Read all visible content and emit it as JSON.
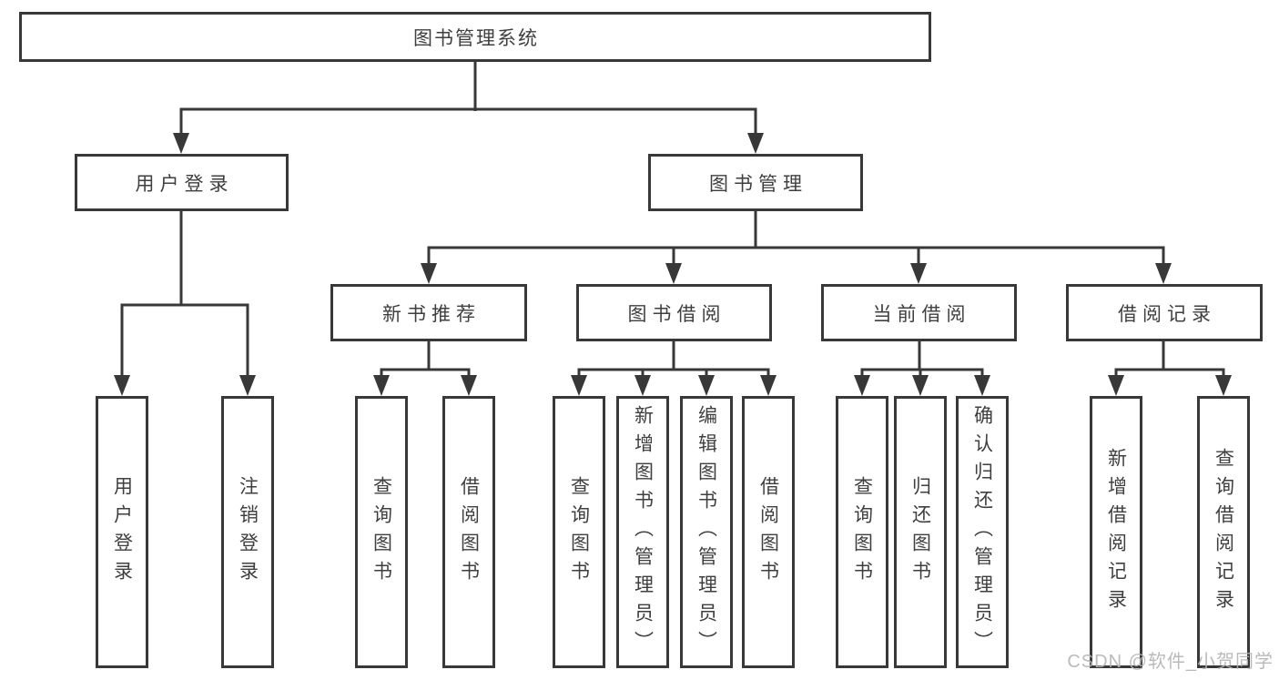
{
  "colors": {
    "line": "#383838",
    "text": "#3f3f3f",
    "watermark": "#b3b3b3",
    "background": "#ffffff"
  },
  "watermark": {
    "text": "CSDN @软件_小贺同学"
  },
  "diagram": {
    "root": {
      "label": "图书管理系统"
    },
    "branches": [
      {
        "label": "用户登录",
        "children": [
          {
            "label": "用户登录"
          },
          {
            "label": "注销登录"
          }
        ]
      },
      {
        "label": "图书管理",
        "children": [
          {
            "label": "新书推荐",
            "children": [
              {
                "label": "查询图书"
              },
              {
                "label": "借阅图书"
              }
            ]
          },
          {
            "label": "图书借阅",
            "children": [
              {
                "label": "查询图书"
              },
              {
                "label": "新增图书（管理员）"
              },
              {
                "label": "编辑图书（管理员）"
              },
              {
                "label": "借阅图书"
              }
            ]
          },
          {
            "label": "当前借阅",
            "children": [
              {
                "label": "查询图书"
              },
              {
                "label": "归还图书"
              },
              {
                "label": "确认归还（管理员）"
              }
            ]
          },
          {
            "label": "借阅记录",
            "children": [
              {
                "label": "新增借阅记录"
              },
              {
                "label": "查询借阅记录"
              }
            ]
          }
        ]
      }
    ]
  }
}
